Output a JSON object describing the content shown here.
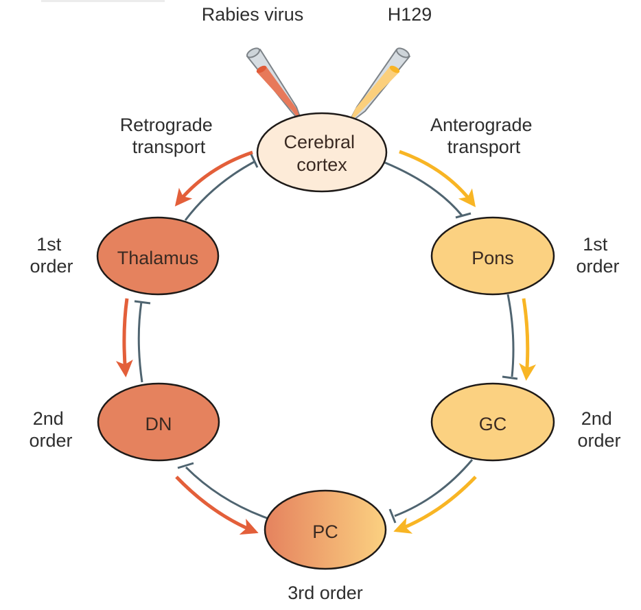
{
  "header_fragment": "",
  "injections": {
    "rabies": {
      "label": "Rabies virus",
      "fill_color": "#e7795a",
      "liquid_top_color": "#e05a38"
    },
    "h129": {
      "label": "H129",
      "fill_color": "#fbcf7c",
      "liquid_top_color": "#f8b424"
    }
  },
  "transport_labels": {
    "retrograde": [
      "Retrograde",
      "transport"
    ],
    "anterograde": [
      "Anterograde",
      "transport"
    ]
  },
  "nodes": {
    "cortex": {
      "label": [
        "Cerebral",
        "cortex"
      ],
      "fill": "#fdebd8"
    },
    "thalamus": {
      "label": "Thalamus",
      "fill": "#e5825e"
    },
    "pons": {
      "label": "Pons",
      "fill": "#fbd181"
    },
    "dn": {
      "label": "DN",
      "fill": "#e5825e"
    },
    "gc": {
      "label": "GC",
      "fill": "#fbd181"
    },
    "pc": {
      "label": "PC",
      "gradient": [
        "#e5825e",
        "#fbd181"
      ]
    }
  },
  "order_labels": {
    "left_first": [
      "1st",
      "order"
    ],
    "right_first": [
      "1st",
      "order"
    ],
    "left_second": [
      "2nd",
      "order"
    ],
    "right_second": [
      "2nd",
      "order"
    ],
    "third": "3rd order"
  },
  "colors": {
    "retrograde_arrow": "#e35f3a",
    "anterograde_arrow": "#f8b524",
    "inhibitory_line": "#4f6470",
    "outline": "#1e1a18"
  }
}
